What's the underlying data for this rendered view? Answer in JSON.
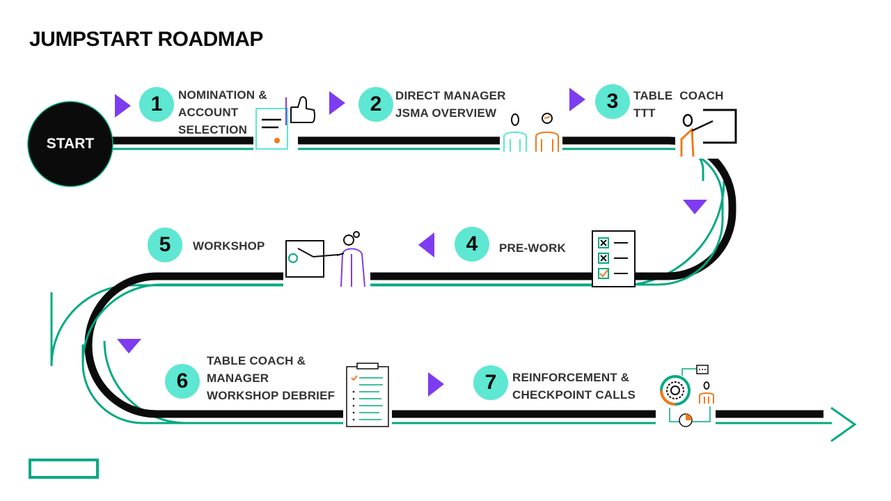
{
  "title": "JUMPSTART ROADMAP",
  "start_label": "START",
  "colors": {
    "track": "#0b0b0b",
    "accent_green": "#01a982",
    "badge_teal": "#5ee7d2",
    "arrow_purple": "#7d3cf0",
    "orange": "#f07a1a",
    "text": "#333333"
  },
  "steps": [
    {
      "number": "1",
      "lines": [
        "NOMINATION &",
        "ACCOUNT",
        "SELECTION"
      ],
      "icons": [
        "document-icon",
        "thumbs-up-icon"
      ]
    },
    {
      "number": "2",
      "lines": [
        "DIRECT MANAGER",
        "JSMA OVERVIEW"
      ],
      "icons": [
        "two-people-icon"
      ]
    },
    {
      "number": "3",
      "lines": [
        "TABLE  COACH",
        "TTT"
      ],
      "icons": [
        "trainer-board-icon"
      ]
    },
    {
      "number": "4",
      "lines": [
        "PRE-WORK"
      ],
      "icons": [
        "checklist-icon"
      ]
    },
    {
      "number": "5",
      "lines": [
        "WORKSHOP"
      ],
      "icons": [
        "presenter-icon"
      ]
    },
    {
      "number": "6",
      "lines": [
        "TABLE COACH &",
        "MANAGER",
        "WORKSHOP DEBRIEF"
      ],
      "icons": [
        "clipboard-icon"
      ]
    },
    {
      "number": "7",
      "lines": [
        "REINFORCEMENT &",
        "CHECKPOINT CALLS"
      ],
      "icons": [
        "gear-network-icon"
      ]
    }
  ],
  "logo": "hpe-green-rectangle-logo"
}
